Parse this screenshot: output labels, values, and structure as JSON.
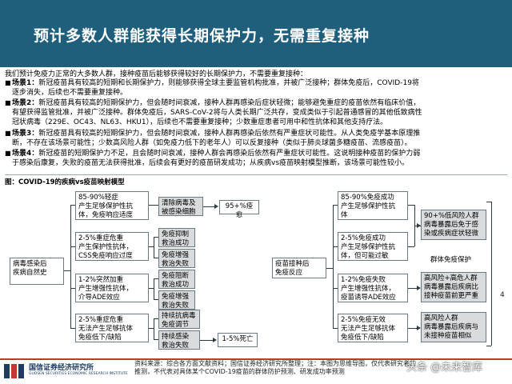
{
  "header": {
    "title": "预计多数人群能获得长期保护力，无需重复接种"
  },
  "intro": "我们预计免疫力正常的大多数人群，接种疫苗后能够获得较好的长期保护力，不需要重复接种：",
  "scenarios": [
    {
      "head": "场景1：",
      "lines": [
        "新冠疫苗具有较高的短期和长期保护力，则能够获得全球主要监管机构批准，并被广泛接种；群体免疫后，COVID-19将",
        "逐步消失，后续也不需要重复接种。"
      ]
    },
    {
      "head": "场景2：",
      "lines": [
        "新冠疫苗具有较高的短期保护力，但会随时间衰减，接种人群再感染后症状轻微；能够避免重症的疫苗依然有临床价值，",
        "有望获得监管批准，并被广泛接种。群体免疫后，SARS-CoV-2将与人类长期广泛共存，变成类似于引起普通感冒的其他低致病性",
        "冠状病毒（229E、OC43、NL63、HKU1），后续也不需要重复接种；少数重症患者可用中和性抗体和其他支持疗法。"
      ]
    },
    {
      "head": "场景3：",
      "lines": [
        "新冠疫苗具有较高的短期保护力，但会随时间衰减，接种人群再感染后依然有严重症状可能性。从人类免疫学基本原理推",
        "断，不存在该场景可能性；少数高风险人群（如免疫力低下的老年人）可以反复接种（类似于肺炎球菌多糖疫苗、流感疫苗）。"
      ]
    },
    {
      "head": "场景4：",
      "lines": [
        "新冠疫苗的短期保护力不足，且会随时间衰减，接种人群会再感染后依然有严重症状可能性。这说明接种疫苗的保护力弱",
        "于感染后康复，失败的疫苗无法获得批准，后续会有更好的疫苗研发成功；从疾病vs疫苗映射模型推断，该场景可能性较小。"
      ]
    }
  ],
  "figure": {
    "title": "图：COVID-19的疾病vs疫苗映射模型",
    "disease_root": "病毒感染后\n疾病自然史",
    "disease_outcomes": [
      "85-90%轻症\n产生足够保护性抗\n体，免疫响应适度",
      "2-5%重症危重\n产生保护性抗体，\nCSS免疫响应过度",
      "1-2%突然加重\n产生增强性抗体，\n介导ADE效应",
      "2-5%重症危重\n无法产生足够抗体\n免疫低下/缺陷"
    ],
    "disease_results": [
      "清除病毒及\n被感染细胞",
      "免疫抑制\n救治成功",
      "免疫增强\n救治失败",
      "免疫阻断\n救治成功",
      "免疫增强\n救治失败",
      "持续抗病毒\n免疫调节",
      "持续感染\n救治失败"
    ],
    "cure_label": "95+%痊愈",
    "death_label": "1-5%死亡",
    "vaccine_root": "疫苗接种后\n免疫反应",
    "vaccine_outcomes": [
      "85-90%免疫成功\n产生足够保护性抗\n体",
      "2-5%免疫成功\n产生足够保护性抗\n体，但可能过敏",
      "1-2%免疫失败\n产生增强性抗体，\n疫苗诱导ADE效应",
      "2-5%免疫无效\n无法产生足够抗体\n免疫低下/缺陷"
    ],
    "vaccine_results": [
      "90+%低风险人群\n病毒暴露后免于感\n染或疾病症状轻微",
      "高风险+高危人群\n病毒暴露后疾病比\n接种疫苗前更严重",
      "高风险人群\n病毒暴露后疾病与\n未接种疫苗相似"
    ],
    "herd_label": "群体免疫保护"
  },
  "footer": {
    "org_name": "国信证券经济研究所",
    "org_sub": "GUOSEN SECURITIES ECONOMIC RESEARCH INSTITUTE",
    "source_line1": "资料来源：综合各方面文献资料；国信证券经济研究所整理；注：本图为思维导图，仅代表研究者的",
    "source_line2": "推测，不代表对具体某个COVID-19疫苗的群体防护预测、研发成功率预测",
    "page": "4",
    "watermark": "头条 @未来智库"
  },
  "colors": {
    "header_bg": "#1f5f7c",
    "box_gray": "#d9dbdc",
    "footer_rule": "#c0392b"
  }
}
